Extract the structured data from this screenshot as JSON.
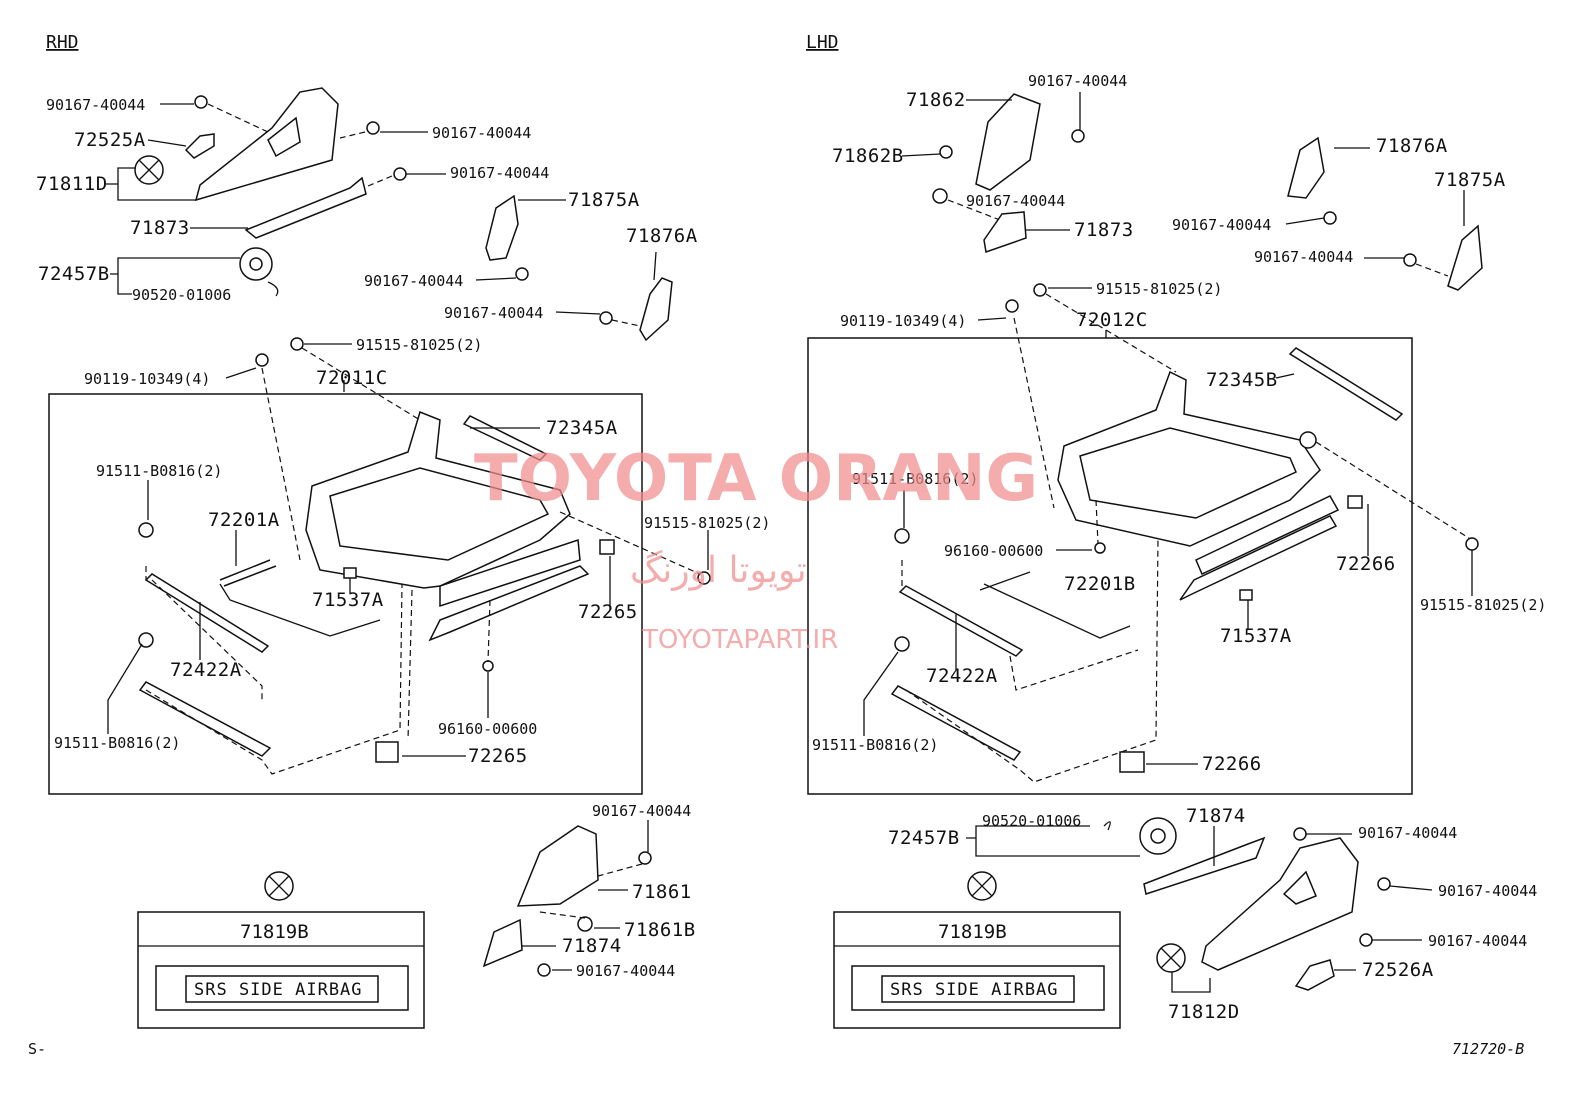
{
  "sections": {
    "rhd": "RHD",
    "lhd": "LHD"
  },
  "rhd_parts": {
    "p1": "90167-40044",
    "p2": "72525A",
    "p3": "71811D",
    "p4": "90167-40044",
    "p5": "90167-40044",
    "p6": "71873",
    "p7": "72457B",
    "p8": "90520-01006",
    "p9": "71875A",
    "p10": "90167-40044",
    "p11": "71876A",
    "p12": "90167-40044",
    "p13": "91515-81025(2)",
    "p14": "90119-10349(4)",
    "p15": "72011C",
    "p16": "72345A",
    "p17": "91511-B0816(2)",
    "p18": "72201A",
    "p19": "91515-81025(2)",
    "p20": "71537A",
    "p21": "72265",
    "p22": "72422A",
    "p23": "96160-00600",
    "p24": "91511-B0816(2)",
    "p25": "72265",
    "p26": "90167-40044",
    "p27": "71861",
    "p28": "71861B",
    "p29": "71874",
    "p30": "90167-40044"
  },
  "lhd_parts": {
    "p1": "71862",
    "p2": "90167-40044",
    "p3": "71862B",
    "p4": "71876A",
    "p5": "90167-40044",
    "p6": "71873",
    "p7": "90167-40044",
    "p8": "71875A",
    "p9": "90167-40044",
    "p10": "91515-81025(2)",
    "p11": "90119-10349(4)",
    "p12": "72012C",
    "p13": "72345B",
    "p14": "91511-B0816(2)",
    "p15": "96160-00600",
    "p16": "72201B",
    "p17": "72266",
    "p18": "91515-81025(2)",
    "p19": "71537A",
    "p20": "72422A",
    "p21": "91511-B0816(2)",
    "p22": "72266",
    "p23": "90520-01006",
    "p24": "72457B",
    "p25": "71874",
    "p26": "90167-40044",
    "p27": "90167-40044",
    "p28": "90167-40044",
    "p29": "72526A",
    "p30": "71812D"
  },
  "labels": {
    "rhd_label_part": "71819B",
    "rhd_label_text": "SRS SIDE AIRBAG",
    "lhd_label_part": "71819B",
    "lhd_label_text": "SRS SIDE AIRBAG"
  },
  "footer": {
    "left": "S-",
    "right": "712720-B"
  },
  "watermark": {
    "line1": "TOYOTA ORANG",
    "line2": "تویوتا اورنگ",
    "line3": "TOYOTAPART.IR",
    "color": "#f08d8d"
  }
}
